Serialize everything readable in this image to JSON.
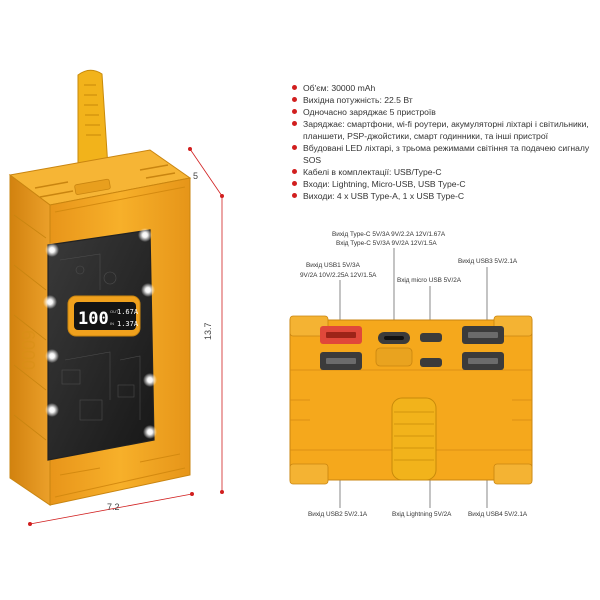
{
  "specs": [
    "Об'єм: 30000 mAh",
    "Вихідна потужність: 22.5 Вт",
    "Одночасно заряджає 5 пристроїв",
    "Заряджає: смартфони, wi-fi роутери, акумуляторні ліхтарі і світильники,",
    "планшети, PSP-джойстики, смарт годинники, та інші пристрої",
    "Вбудовані LED ліхтарі, з трьома режимами світіння та подачею сигналу SOS",
    "Кабелі в комплектації: USB/Type-C",
    "Входи: Lightning, Micro-USB, USB Type-C",
    "Виходи: 4 x USB Type-A, 1 x USB Type-C"
  ],
  "dimensions": {
    "depth": "5",
    "height": "13.7",
    "width": "7.2"
  },
  "display": {
    "reading": "100",
    "out_value": "1.67",
    "in_value": "1.37",
    "out_unit": "A",
    "in_unit": "A"
  },
  "labels": {
    "typec_out_1": "Вихід Type-C  5V/3A  9V/2.2A   12V/1.67A",
    "typec_in": "Вхід Type-C  5V/3A  9V/2A   12V/1.5A",
    "usb1_title": "Вихід USB1  5V/3A",
    "usb1_detail": "9V/2A   10V/2.25A   12V/1.5A",
    "micro_in": "Вхід micro USB 5V/2A",
    "usb3": "Вихід USB3  5V/2.1A",
    "usb2": "Вихід USB2  5V/2.1A",
    "lightning_in": "Вхід Lightning  5V/2A",
    "usb4": "Вихід USB4  5V/2.1A"
  },
  "colors": {
    "body": "#f5a81c",
    "body_dark": "#d98a0f",
    "accent_red": "#d11f1f",
    "usb_red": "#e0483a",
    "port_dark": "#3b3b3b",
    "lcd_bg": "#1a1a1a",
    "lcd_text": "#ffffff"
  },
  "icons": [
    "led-light-icon",
    "usb-port-icon",
    "lanyard-icon"
  ]
}
